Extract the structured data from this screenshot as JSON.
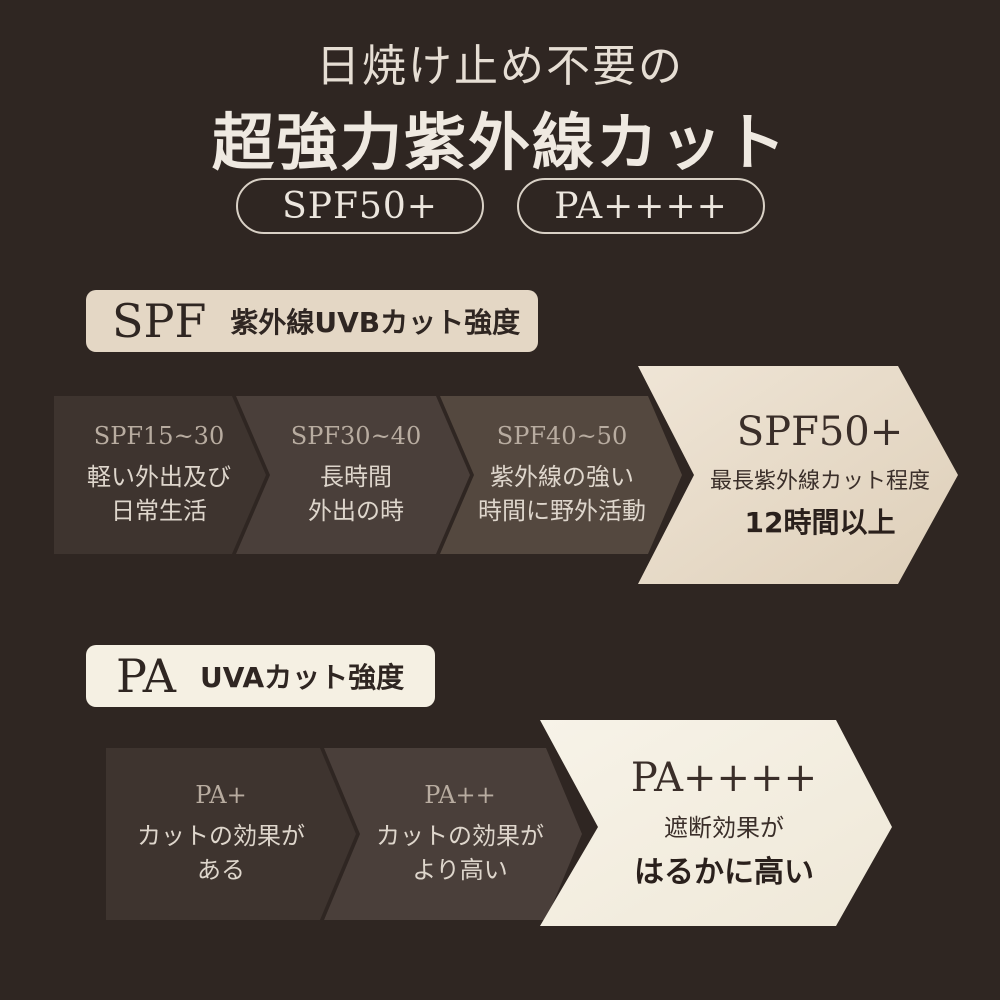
{
  "header": {
    "subtitle": "日焼け止め不要の",
    "title": "超強力紫外線カット",
    "badges": [
      "SPF50+",
      "PA++++"
    ]
  },
  "spf_section": {
    "key": "SPF",
    "desc": "紫外線UVBカット強度",
    "steps": [
      {
        "level": "SPF15~30",
        "text": "軽い外出及び\n日常生活"
      },
      {
        "level": "SPF30~40",
        "text": "長時間\n外出の時"
      },
      {
        "level": "SPF40~50",
        "text": "紫外線の強い\n時間に野外活動"
      }
    ],
    "highlight": {
      "level": "SPF50+",
      "text": "最長紫外線カット程度",
      "emphasis": "12時間以上"
    }
  },
  "pa_section": {
    "key": "PA",
    "desc": "UVAカット強度",
    "steps": [
      {
        "level": "PA+",
        "text": "カットの効果が\nある"
      },
      {
        "level": "PA++",
        "text": "カットの効果が\nより高い"
      }
    ],
    "highlight": {
      "level": "PA++++",
      "text": "遮断効果が",
      "emphasis": "はるかに高い"
    }
  },
  "colors": {
    "background": "#2f2622",
    "step1": "#3e342f",
    "step2": "#4a3f3a",
    "step3": "#54483f",
    "spf_highlight": "#e7dbc9",
    "pa_highlight": "#f4efe2",
    "spf_label": "#e4d7c5",
    "pa_label": "#f5f0e3"
  }
}
